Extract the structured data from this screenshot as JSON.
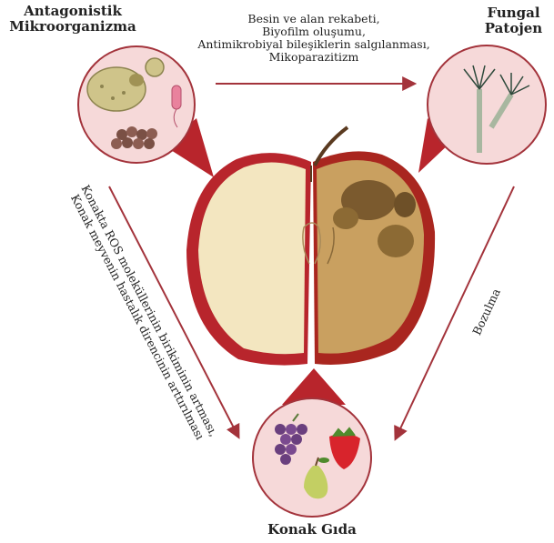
{
  "labels": {
    "antagonist": [
      "Antagonistik",
      "Mikroorganizma"
    ],
    "pathogen": [
      "Fungal",
      "Patojen"
    ],
    "host": "Konak Gıda"
  },
  "interaction_lines": [
    "Besin ve alan rekabeti,",
    "Biyofilm oluşumu,",
    "Antimikrobiyal bileşiklerin salgılanması,",
    "Mikoparazitizm"
  ],
  "left_arrow_lines": [
    "Konakta ROS moleküllerinin birikiminin artması,",
    "Konak meyvenin hastalık direncinin arttırılması"
  ],
  "right_arrow_label": "Bozulma",
  "colors": {
    "arrow": "#a3333b",
    "circle_fill": "#f6d9d9",
    "circle_stroke": "#a3333b",
    "apple_skin": "#b8252c",
    "apple_flesh": "#f3e6c0",
    "rotten": "#c9a060"
  }
}
